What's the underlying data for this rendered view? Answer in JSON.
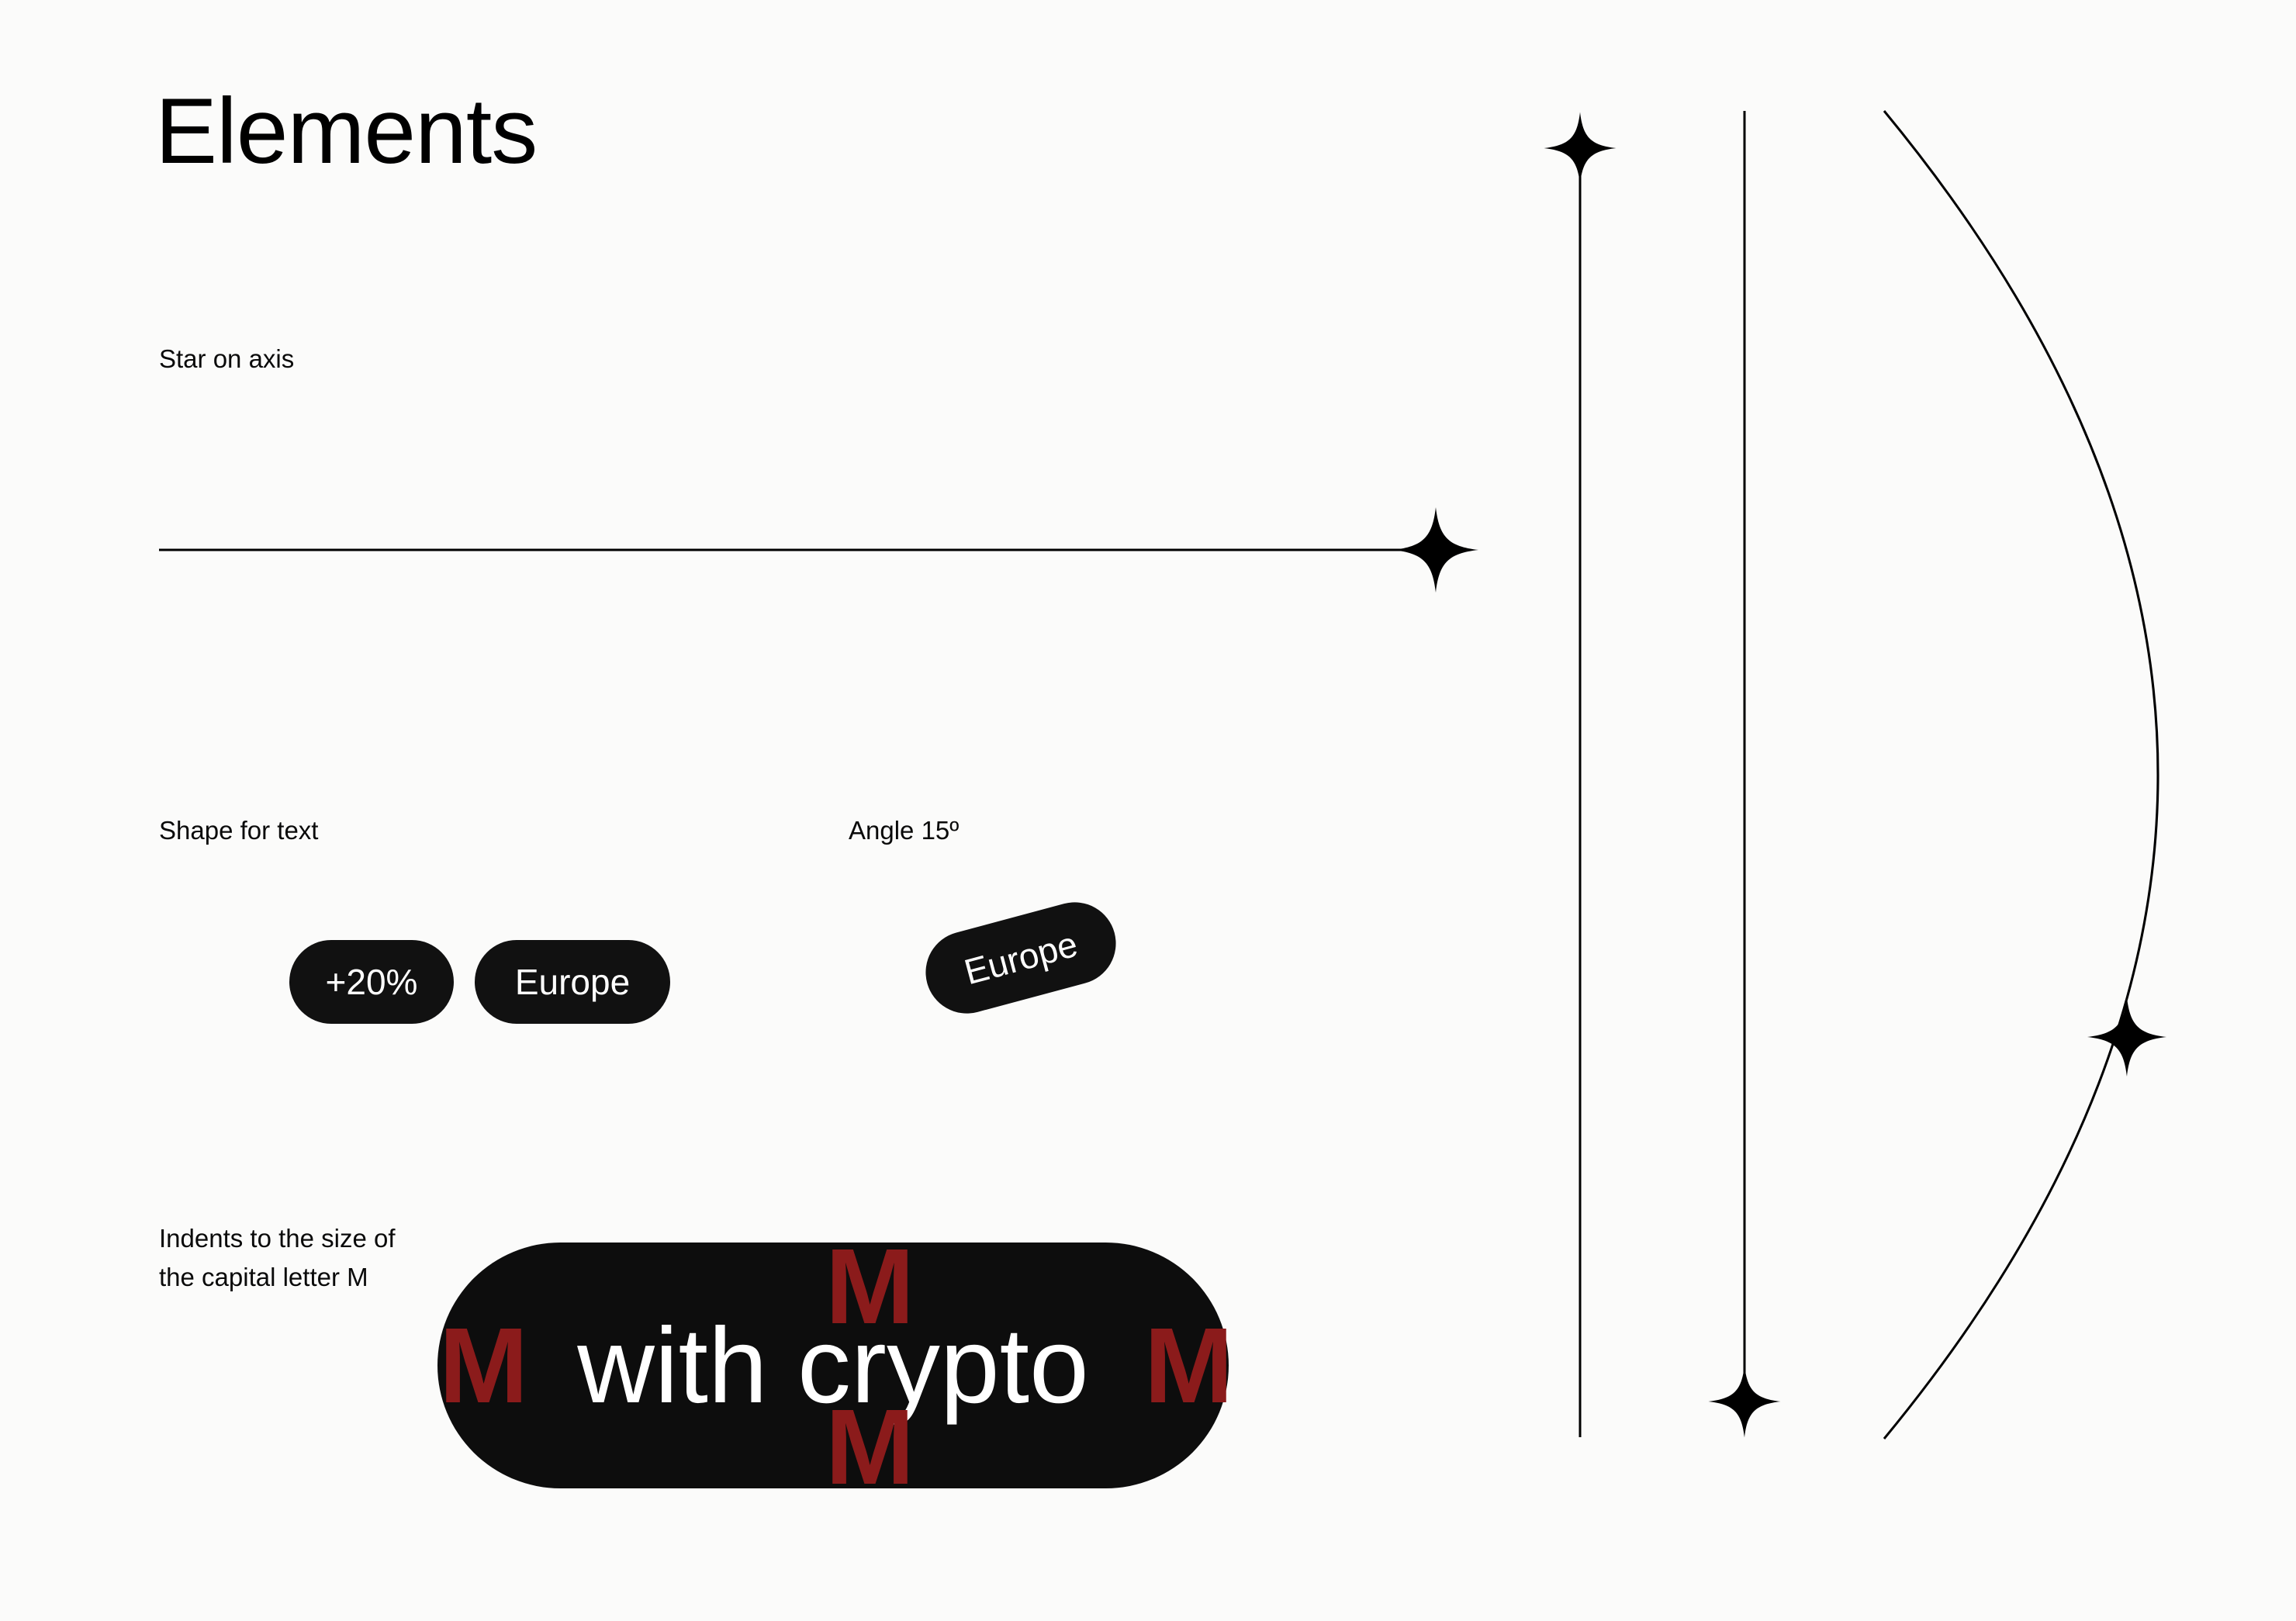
{
  "page": {
    "title": "Elements"
  },
  "labels": {
    "star_on_axis": "Star on axis",
    "shape_for_text": "Shape for text",
    "angle": "Angle 15º",
    "indents": "Indents to the size of the capital letter M"
  },
  "pills": {
    "percent": "+20%",
    "europe": "Europe",
    "europe_rotated": "Europe",
    "rotated_angle_deg": -15
  },
  "big_pill": {
    "text": "with crypto",
    "letter": "M"
  },
  "icons": {
    "sparkle": "four-point-star-icon"
  },
  "colors": {
    "background": "#fbfbfa",
    "ink": "#000000",
    "pill_background": "#111111",
    "pill_text": "#ffffff",
    "accent_red": "#8b1b1b"
  }
}
